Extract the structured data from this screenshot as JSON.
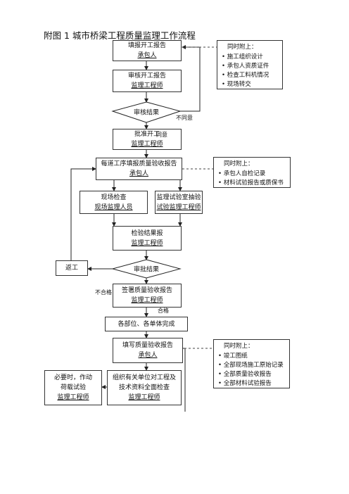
{
  "title": "附图 1 城市桥梁工程质量监理工作流程",
  "boxes": {
    "b1": {
      "line1": "填报开工报告",
      "line2": "承包人"
    },
    "b2": {
      "line1": "审核开工报告",
      "line2": "监理工程师"
    },
    "b3": {
      "line1": "批准开工",
      "line2": "监理工程师"
    },
    "b4": {
      "line1": "每道工序填报质量验收报告",
      "line2": "承包人"
    },
    "b5a": {
      "line1": "现场检查",
      "line2": "现场监理人员"
    },
    "b5b": {
      "line1": "监理试验室抽验",
      "line2": "试验监理工程师"
    },
    "b6": {
      "line1": "检验结果报",
      "line2": "监理工程师"
    },
    "b7": {
      "line1": "签署质量验收报告",
      "line2": "监理工程师"
    },
    "b8": {
      "line1": "各部位、各单体完成"
    },
    "b9": {
      "line1": "填写质量验收报告",
      "line2": "承包人"
    },
    "b10": {
      "line1": "组织有关单位对工程及",
      "line2": "技术资料全面检查",
      "line3": "监理工程师"
    },
    "b11": {
      "line1": "必要时，作动",
      "line2": "荷载试验",
      "line3": "监理工程师"
    },
    "rework": {
      "line1": "返工"
    }
  },
  "decisions": {
    "d1": "审核结果",
    "d2": "审批结果"
  },
  "labels": {
    "disagree": "不同意",
    "agree": "同意",
    "fail": "不合格",
    "pass": "合格"
  },
  "notes": {
    "n1": {
      "title": "同时附上：",
      "items": [
        "施工组织设计",
        "承包人资质证件",
        "检查工料机情况",
        "现场转交"
      ]
    },
    "n2": {
      "title": "同时附上：",
      "items": [
        "承包人自检记录",
        "材料试验报告或质保书"
      ]
    },
    "n3": {
      "title": "同时附上：",
      "items": [
        "竣工图纸",
        "全部现场施工原始记录",
        "全部质量验收报告",
        "全部材料试验报告"
      ]
    }
  }
}
